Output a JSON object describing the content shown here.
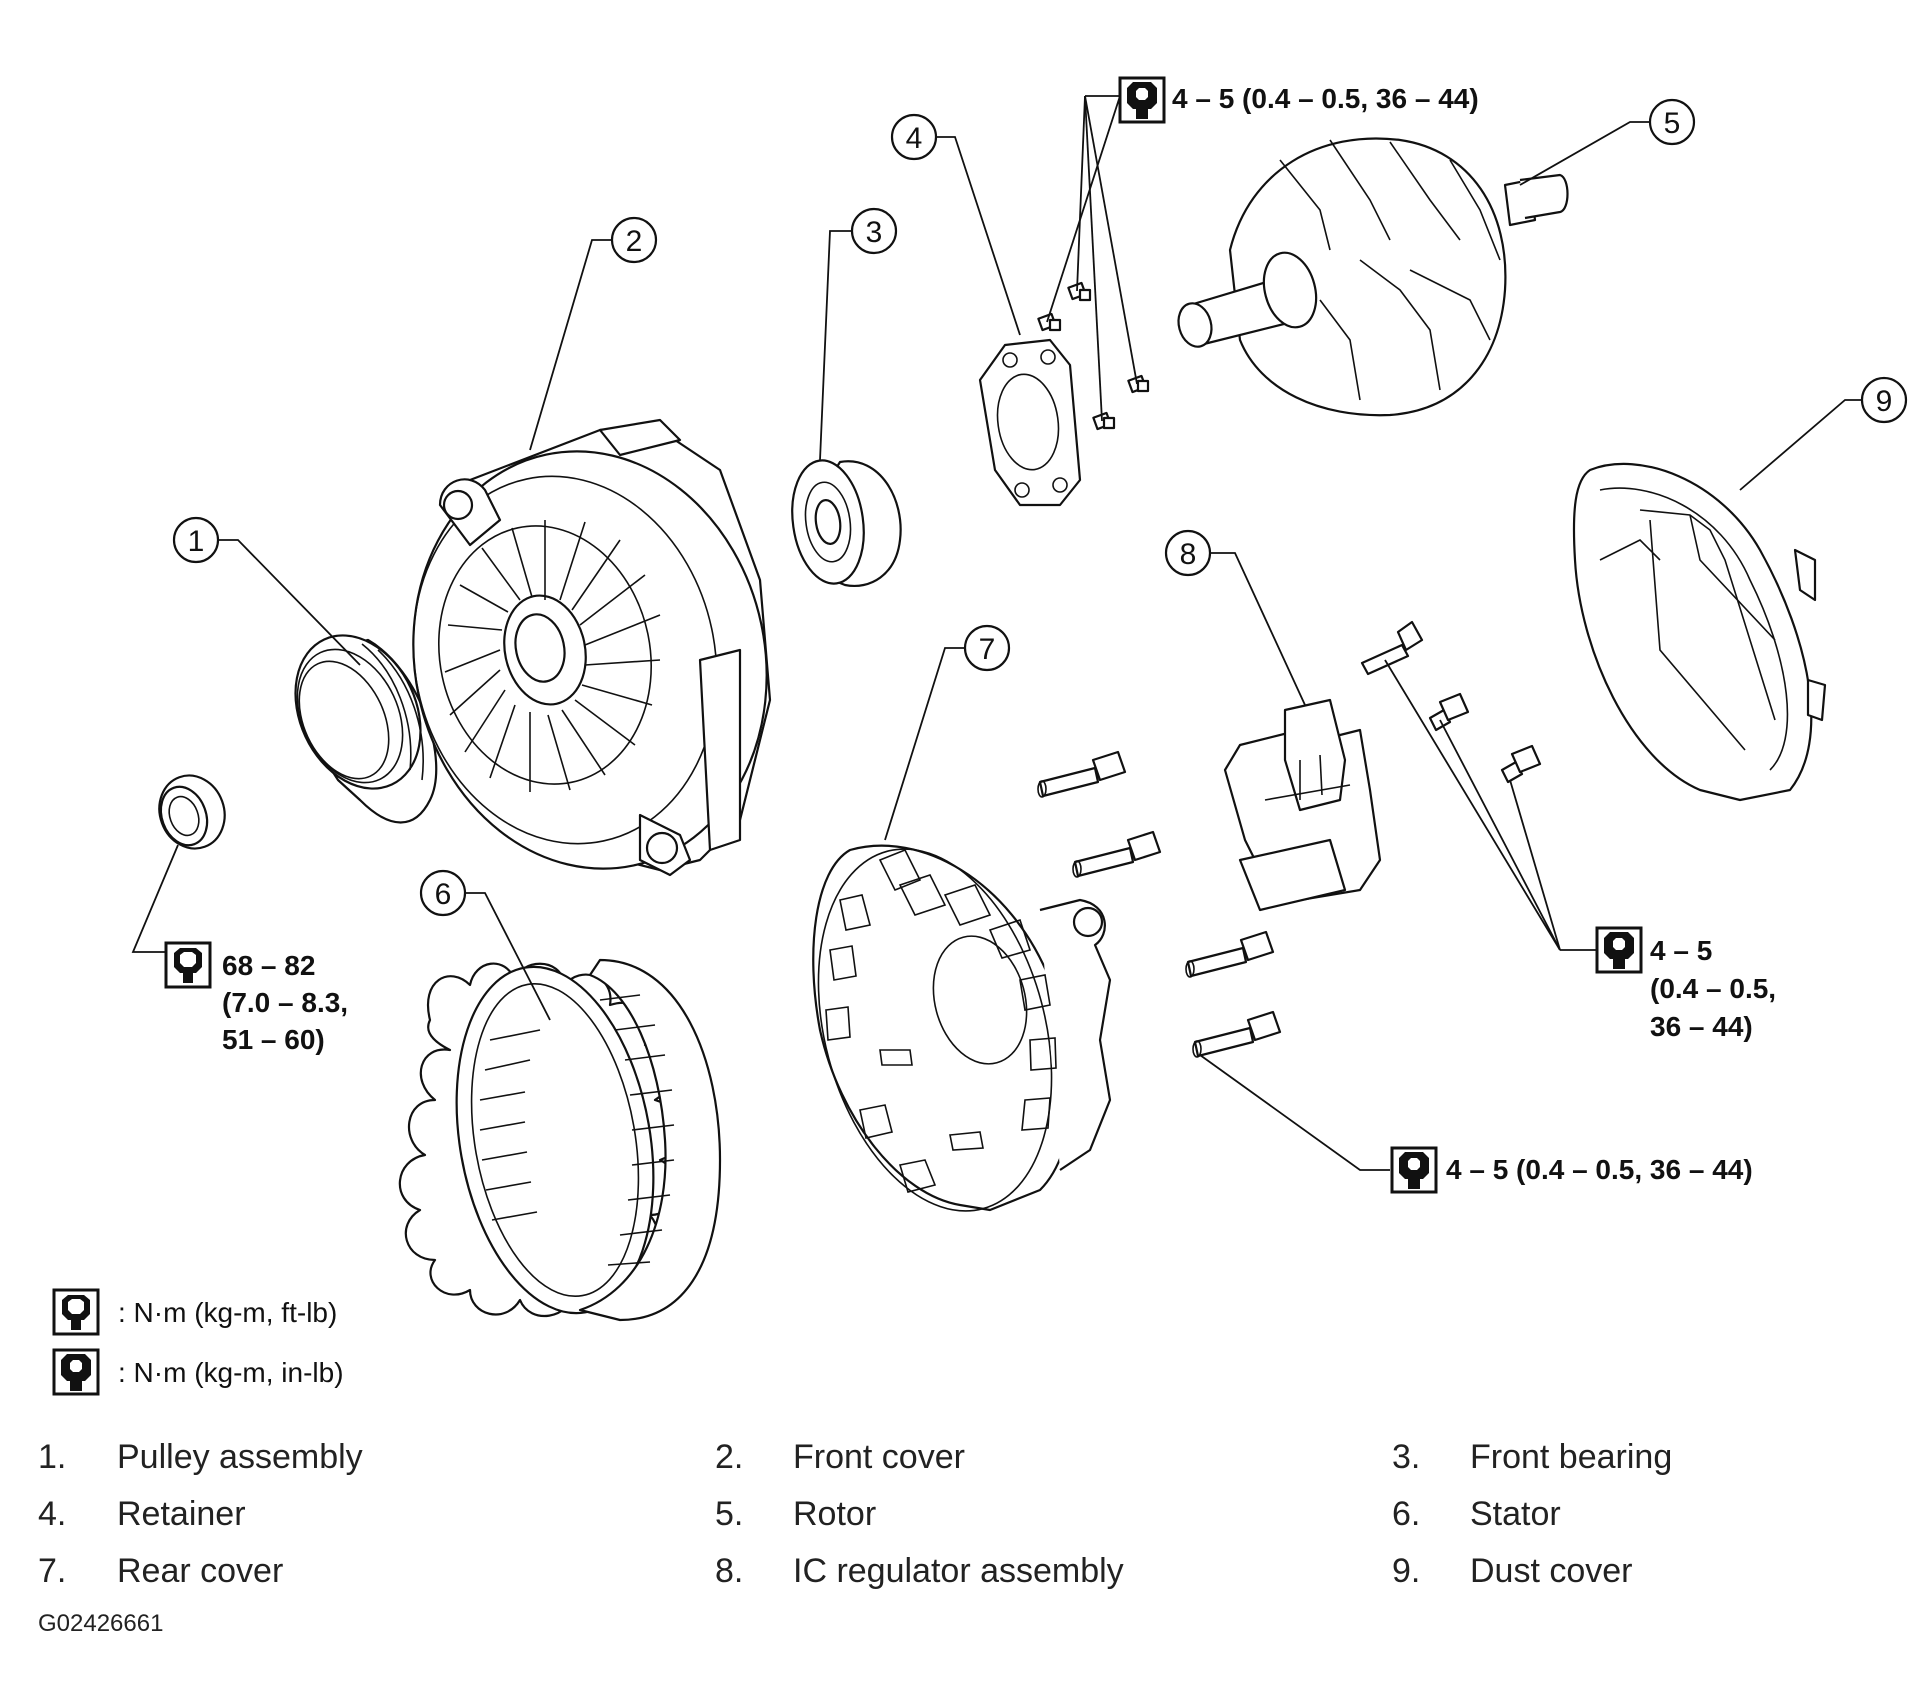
{
  "callouts": [
    "1",
    "2",
    "3",
    "4",
    "5",
    "6",
    "7",
    "8",
    "9"
  ],
  "torque_specs": {
    "pulley_nut": {
      "line1": "68 – 82",
      "line2": "(7.0 – 8.3,",
      "line3": "51 – 60)"
    },
    "retainer_screws": "4 – 5 (0.4 – 0.5, 36 – 44)",
    "regulator_screws": {
      "line1": "4 – 5",
      "line2": "(0.4 – 0.5,",
      "line3": "36 – 44)"
    },
    "through_bolts": "4 – 5 (0.4 – 0.5, 36 – 44)"
  },
  "legend": {
    "ft_lb": ": N·m (kg-m, ft-lb)",
    "in_lb": ": N·m (kg-m, in-lb)"
  },
  "parts_list": [
    {
      "num": "1.",
      "name": "Pulley assembly"
    },
    {
      "num": "2.",
      "name": "Front cover"
    },
    {
      "num": "3.",
      "name": "Front bearing"
    },
    {
      "num": "4.",
      "name": "Retainer"
    },
    {
      "num": "5.",
      "name": "Rotor"
    },
    {
      "num": "6.",
      "name": "Stator"
    },
    {
      "num": "7.",
      "name": "Rear cover"
    },
    {
      "num": "8.",
      "name": "IC regulator assembly"
    },
    {
      "num": "9.",
      "name": "Dust cover"
    }
  ],
  "figure_id": "G02426661",
  "icons": {
    "ft_lb": "open-torque-wrench-icon",
    "in_lb": "filled-torque-wrench-icon"
  }
}
